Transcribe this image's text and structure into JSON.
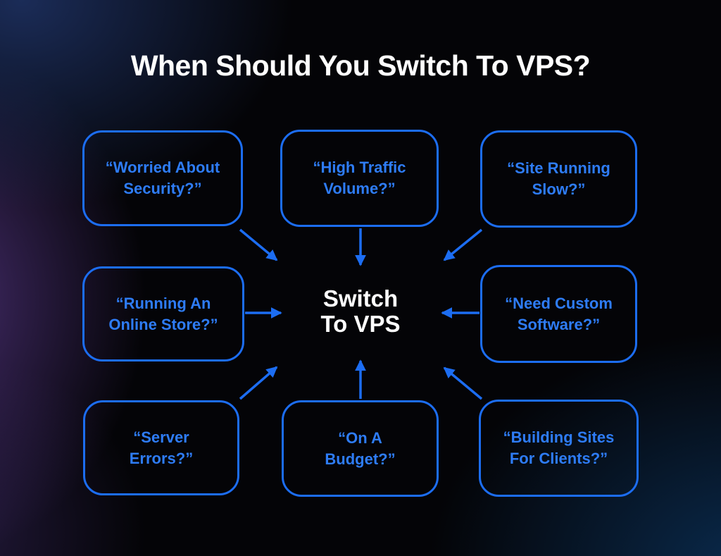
{
  "title": "When Should You Switch To VPS?",
  "center": {
    "line1": "Switch",
    "line2": "To VPS"
  },
  "boxes": [
    {
      "name": "worried-about-security",
      "line1": "“Worried About",
      "line2": "Security?”"
    },
    {
      "name": "high-traffic-volume",
      "line1": "“High Traffic",
      "line2": "Volume?”"
    },
    {
      "name": "site-running-slow",
      "line1": "“Site Running",
      "line2": "Slow?”"
    },
    {
      "name": "running-an-online-store",
      "line1": "“Running An",
      "line2": "Online Store?”"
    },
    {
      "name": "need-custom-software",
      "line1": "“Need Custom",
      "line2": "Software?”"
    },
    {
      "name": "server-errors",
      "line1": "“Server",
      "line2": "Errors?”"
    },
    {
      "name": "on-a-budget",
      "line1": "“On A",
      "line2": "Budget?”"
    },
    {
      "name": "building-sites-for-clients",
      "line1": "“Building Sites",
      "line2": "For Clients?”"
    }
  ],
  "colors": {
    "accent_blue": "#1C6DF2",
    "text_blue": "#2E7CF6",
    "title_white": "#FFFFFF",
    "background_black": "#040407"
  }
}
